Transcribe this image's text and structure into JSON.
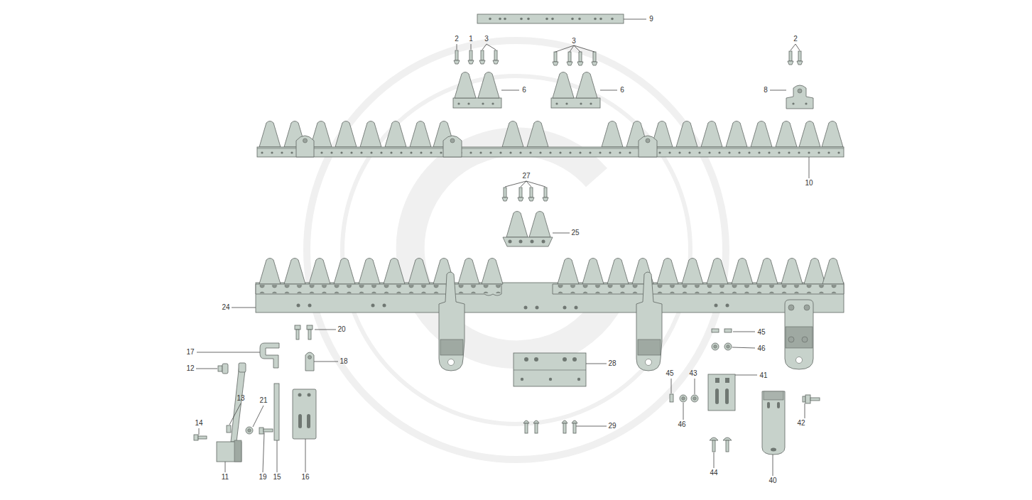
{
  "diagram": {
    "labels": [
      "9",
      "2",
      "1",
      "3",
      "3",
      "2",
      "6",
      "6",
      "8",
      "27",
      "10",
      "25",
      "24",
      "20",
      "45",
      "46",
      "17",
      "18",
      "28",
      "12",
      "45",
      "43",
      "41",
      "13",
      "21",
      "14",
      "42",
      "46",
      "29",
      "44",
      "11",
      "19",
      "15",
      "16",
      "40"
    ]
  }
}
